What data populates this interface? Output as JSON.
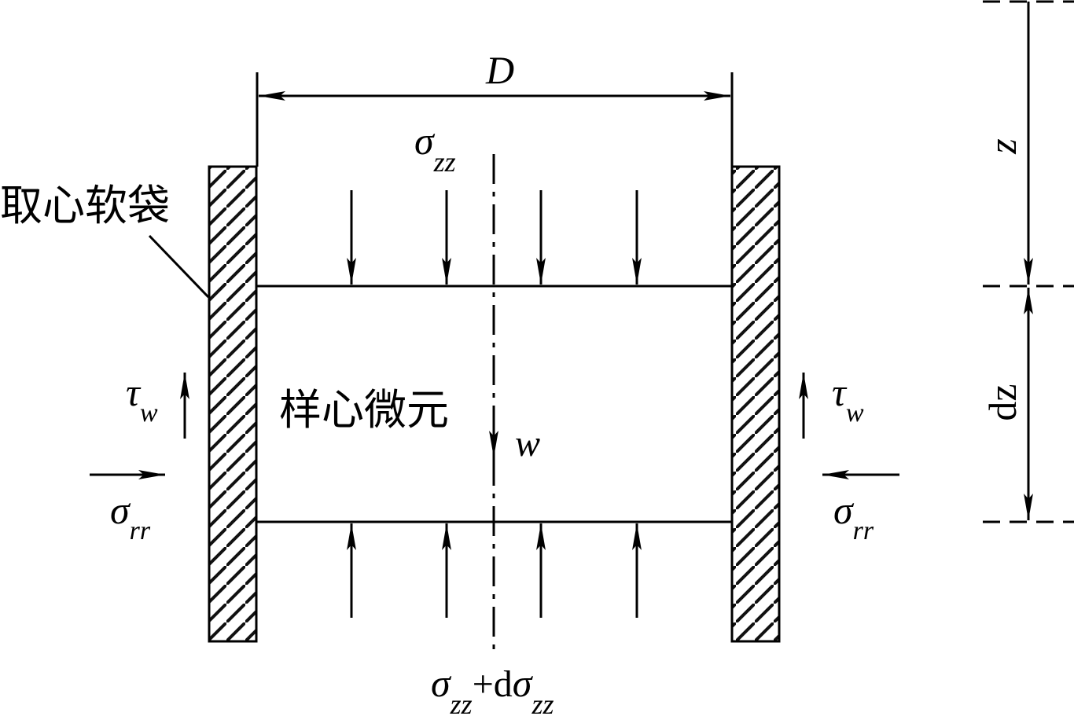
{
  "labels": {
    "diameter": "D",
    "sigma_top": {
      "main": "σ",
      "sub": "zz"
    },
    "sigma_bottom": {
      "main": "σ",
      "sub": "zz",
      "plus": "+d",
      "main2": "σ",
      "sub2": "zz"
    },
    "bag": "取心软袋",
    "element": "样心微元",
    "w": "w",
    "tau_left": {
      "main": "τ",
      "sub": "w"
    },
    "tau_right": {
      "main": "τ",
      "sub": "w"
    },
    "sigma_rr_left": {
      "main": "σ",
      "sub": "rr"
    },
    "sigma_rr_right": {
      "main": "σ",
      "sub": "rr"
    },
    "z": "z",
    "dz": "dz"
  },
  "colors": {
    "stroke": "#000000",
    "hatch": "#333333",
    "background": "#ffffff"
  }
}
